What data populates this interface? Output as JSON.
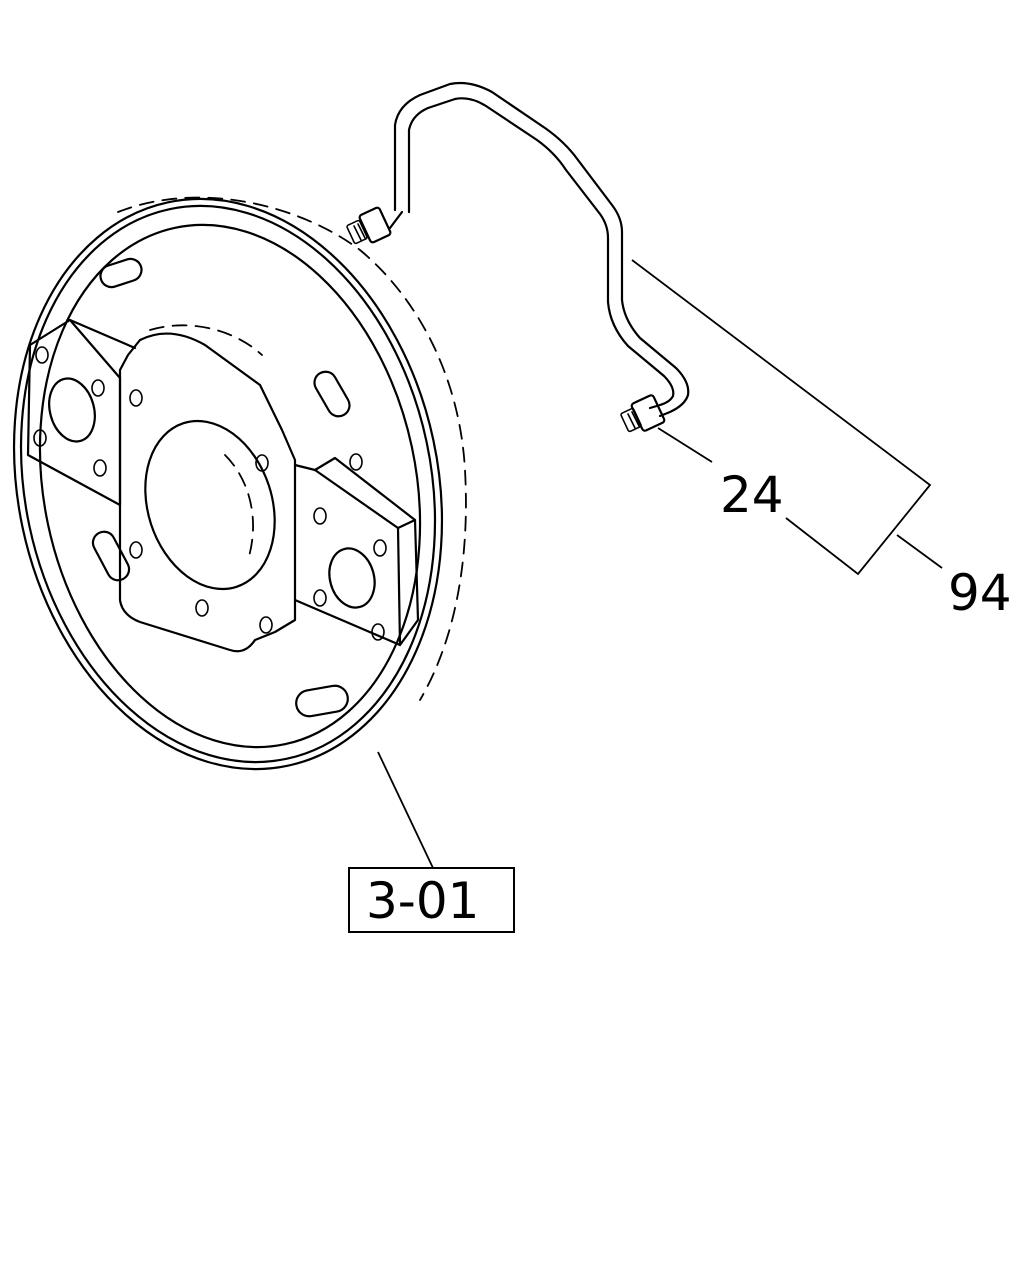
{
  "callouts": {
    "part_24": "24",
    "part_94": "94",
    "ref_3_01": "3-01"
  }
}
